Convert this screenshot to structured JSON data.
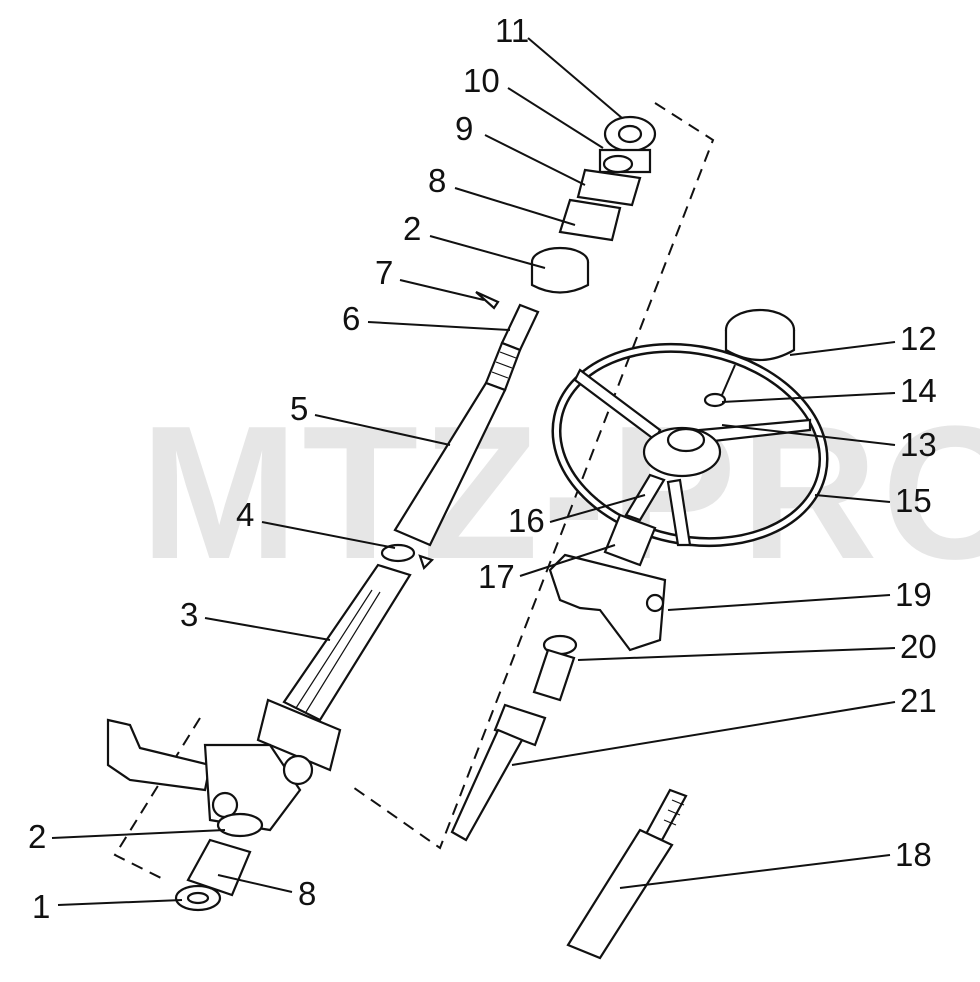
{
  "watermark": "MTZ-PRO",
  "callouts": [
    {
      "id": "1",
      "text": "1"
    },
    {
      "id": "2a",
      "text": "2"
    },
    {
      "id": "2b",
      "text": "2"
    },
    {
      "id": "3",
      "text": "3"
    },
    {
      "id": "4",
      "text": "4"
    },
    {
      "id": "5",
      "text": "5"
    },
    {
      "id": "6",
      "text": "6"
    },
    {
      "id": "7",
      "text": "7"
    },
    {
      "id": "8a",
      "text": "8"
    },
    {
      "id": "8b",
      "text": "8"
    },
    {
      "id": "9",
      "text": "9"
    },
    {
      "id": "10",
      "text": "10"
    },
    {
      "id": "11",
      "text": "11"
    },
    {
      "id": "12",
      "text": "12"
    },
    {
      "id": "13",
      "text": "13"
    },
    {
      "id": "14",
      "text": "14"
    },
    {
      "id": "15",
      "text": "15"
    },
    {
      "id": "16",
      "text": "16"
    },
    {
      "id": "17",
      "text": "17"
    },
    {
      "id": "18",
      "text": "18"
    },
    {
      "id": "19",
      "text": "19"
    },
    {
      "id": "20",
      "text": "20"
    },
    {
      "id": "21",
      "text": "21"
    }
  ]
}
